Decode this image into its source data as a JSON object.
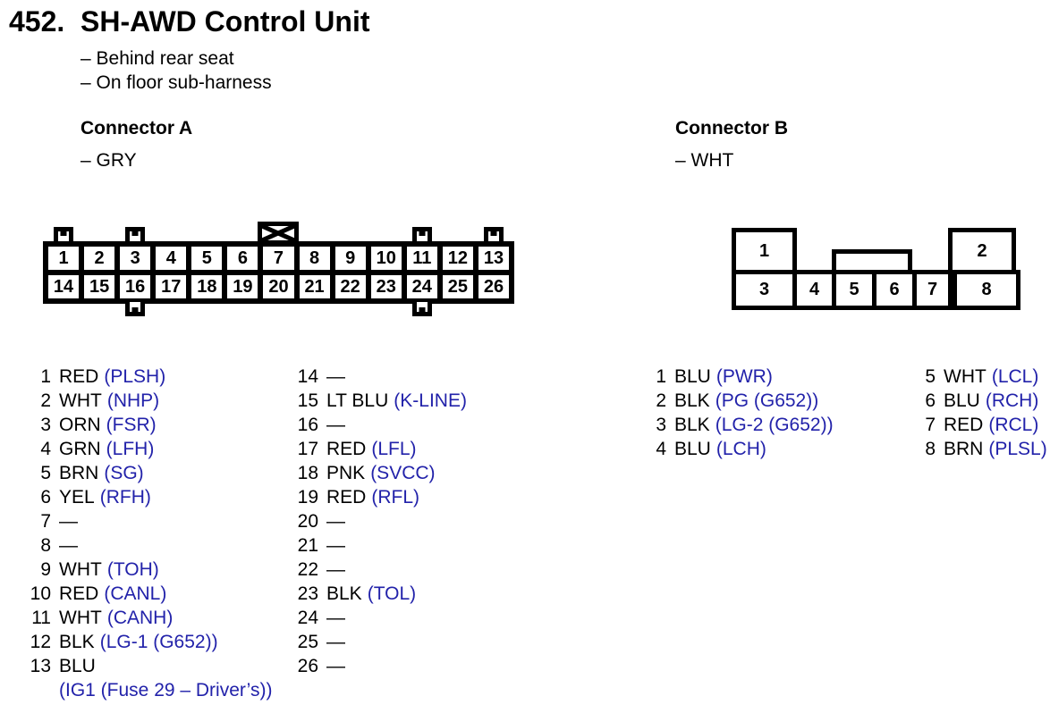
{
  "page": {
    "title_number": "452.",
    "title_text": "SH-AWD Control Unit",
    "location_notes": [
      "– Behind rear seat",
      "– On floor sub-harness"
    ]
  },
  "colors": {
    "signal_blue": "#2222AA",
    "text_black": "#000000",
    "background": "#FFFFFF"
  },
  "connector_a": {
    "heading": "Connector A",
    "housing_color": "– GRY",
    "diagram": {
      "top_row_pins": [
        "1",
        "2",
        "3",
        "4",
        "5",
        "6",
        "7",
        "8",
        "9",
        "10",
        "11",
        "12",
        "13"
      ],
      "bottom_row_pins": [
        "14",
        "15",
        "16",
        "17",
        "18",
        "19",
        "20",
        "21",
        "22",
        "23",
        "24",
        "25",
        "26"
      ],
      "top_tabs_above_pins": [
        "1",
        "3",
        "11",
        "13"
      ],
      "keyway_above_pin": "7",
      "bottom_tabs_below_pins": [
        "16",
        "24"
      ]
    },
    "pins_col1": [
      {
        "n": "1",
        "wire": "RED",
        "signal": "(PLSH)"
      },
      {
        "n": "2",
        "wire": "WHT",
        "signal": "(NHP)"
      },
      {
        "n": "3",
        "wire": "ORN",
        "signal": "(FSR)"
      },
      {
        "n": "4",
        "wire": "GRN",
        "signal": "(LFH)"
      },
      {
        "n": "5",
        "wire": "BRN",
        "signal": "(SG)"
      },
      {
        "n": "6",
        "wire": "YEL",
        "signal": "(RFH)"
      },
      {
        "n": "7",
        "wire": "—",
        "signal": ""
      },
      {
        "n": "8",
        "wire": "—",
        "signal": ""
      },
      {
        "n": "9",
        "wire": "WHT",
        "signal": "(TOH)"
      },
      {
        "n": "10",
        "wire": "RED",
        "signal": "(CANL)"
      },
      {
        "n": "11",
        "wire": "WHT",
        "signal": "(CANH)"
      },
      {
        "n": "12",
        "wire": "BLK",
        "signal": "(LG-1 (G652))"
      },
      {
        "n": "13",
        "wire": "BLU",
        "signal": "",
        "signal_line2": "(IG1 (Fuse 29 – Driver’s))"
      }
    ],
    "pins_col2": [
      {
        "n": "14",
        "wire": "—",
        "signal": ""
      },
      {
        "n": "15",
        "wire": "LT BLU",
        "signal": "(K-LINE)"
      },
      {
        "n": "16",
        "wire": "—",
        "signal": ""
      },
      {
        "n": "17",
        "wire": "RED",
        "signal": "(LFL)"
      },
      {
        "n": "18",
        "wire": "PNK",
        "signal": "(SVCC)"
      },
      {
        "n": "19",
        "wire": "RED",
        "signal": "(RFL)"
      },
      {
        "n": "20",
        "wire": "—",
        "signal": ""
      },
      {
        "n": "21",
        "wire": "—",
        "signal": ""
      },
      {
        "n": "22",
        "wire": "—",
        "signal": ""
      },
      {
        "n": "23",
        "wire": "BLK",
        "signal": "(TOL)"
      },
      {
        "n": "24",
        "wire": "—",
        "signal": ""
      },
      {
        "n": "25",
        "wire": "—",
        "signal": ""
      },
      {
        "n": "26",
        "wire": "—",
        "signal": ""
      }
    ]
  },
  "connector_b": {
    "heading": "Connector B",
    "housing_color": "– WHT",
    "diagram": {
      "top_pins": [
        "1",
        "2"
      ],
      "bottom_pins": [
        "3",
        "4",
        "5",
        "6",
        "7",
        "8"
      ]
    },
    "pins_col1": [
      {
        "n": "1",
        "wire": "BLU",
        "signal": "(PWR)"
      },
      {
        "n": "2",
        "wire": "BLK",
        "signal": "(PG (G652))"
      },
      {
        "n": "3",
        "wire": "BLK",
        "signal": "(LG-2 (G652))"
      },
      {
        "n": "4",
        "wire": "BLU",
        "signal": "(LCH)"
      }
    ],
    "pins_col2": [
      {
        "n": "5",
        "wire": "WHT",
        "signal": "(LCL)"
      },
      {
        "n": "6",
        "wire": "BLU",
        "signal": "(RCH)"
      },
      {
        "n": "7",
        "wire": "RED",
        "signal": "(RCL)"
      },
      {
        "n": "8",
        "wire": "BRN",
        "signal": "(PLSL)"
      }
    ]
  }
}
